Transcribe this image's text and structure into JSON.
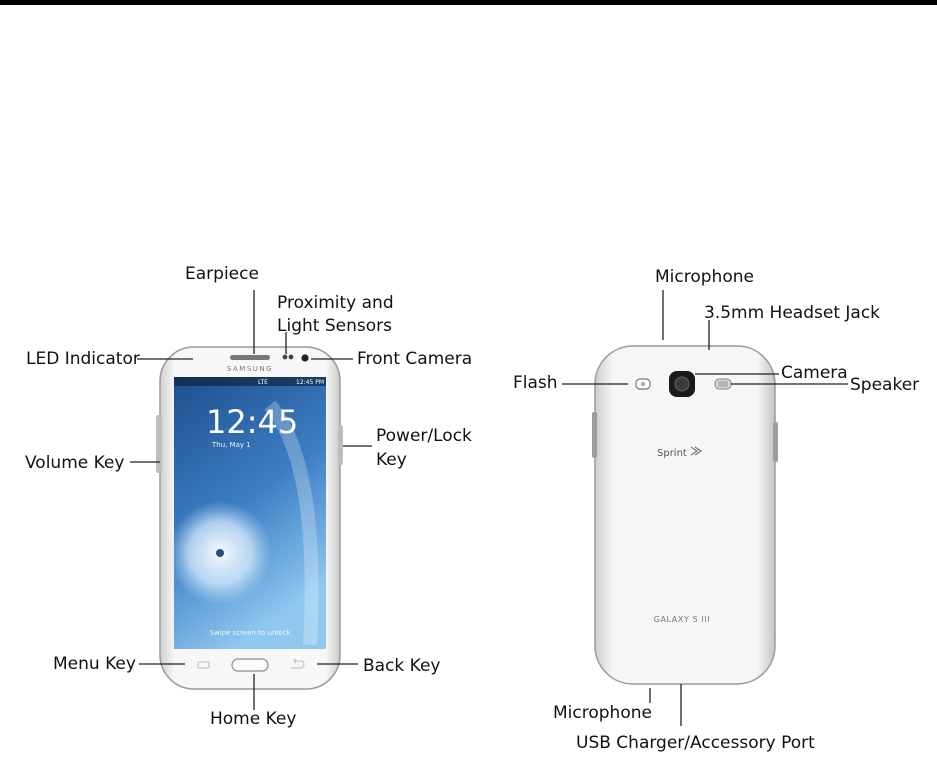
{
  "front": {
    "earpiece": "Earpiece",
    "sensors_line1": "Proximity and",
    "sensors_line2": "Light Sensors",
    "led": "LED Indicator",
    "front_camera": "Front Camera",
    "volume_key": "Volume Key",
    "power_line1": "Power/Lock",
    "power_line2": "Key",
    "menu_key": "Menu Key",
    "back_key": "Back Key",
    "home_key": "Home Key",
    "screen": {
      "brand": "SAMSUNG",
      "status": "LTE",
      "clock_small": "12:45 PM",
      "time": "12:45",
      "date": "Thu, May 1",
      "unlock": "Swipe screen to unlock"
    }
  },
  "back": {
    "microphone_top": "Microphone",
    "headset_jack": "3.5mm Headset Jack",
    "flash": "Flash",
    "camera": "Camera",
    "speaker": "Speaker",
    "microphone_bottom": "Microphone",
    "usb_port": "USB Charger/Accessory Port",
    "carrier": "Sprint",
    "model": "GALAXY S III"
  },
  "colors": {
    "screen_top": "#1f4f8e",
    "screen_bottom": "#8fc7ef",
    "phone_body": "#f2f2f2"
  }
}
